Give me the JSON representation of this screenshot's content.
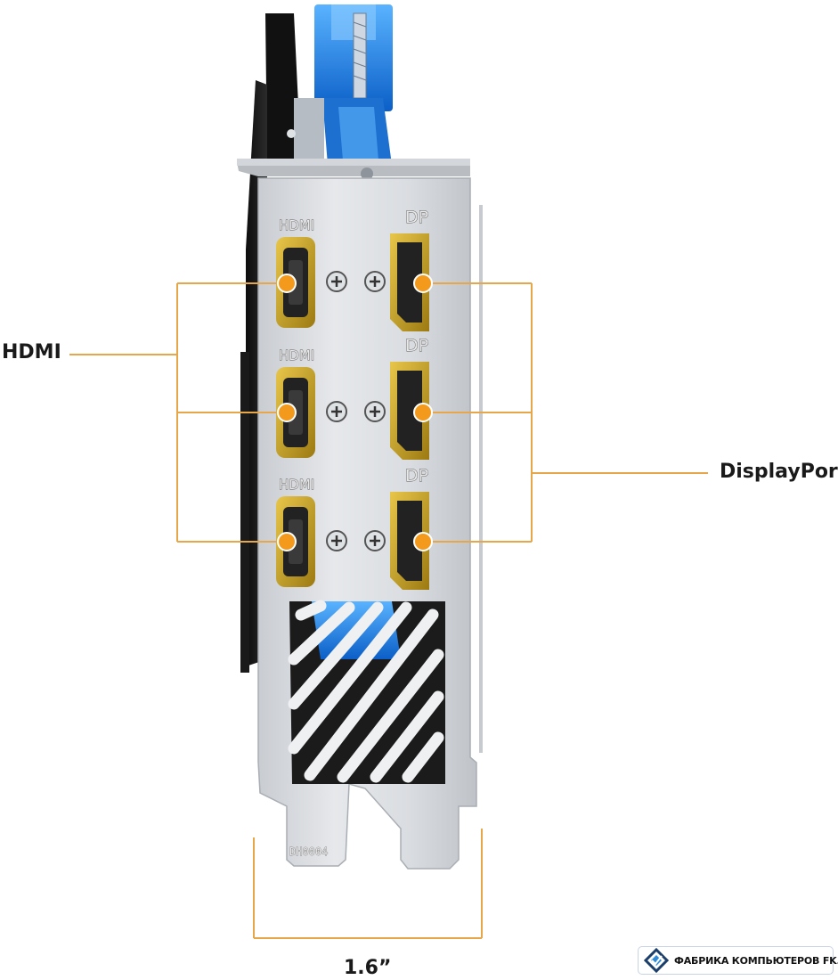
{
  "callouts": {
    "hdmi": "HDMI",
    "displayport": "DisplayPort",
    "width": "1.6”"
  },
  "port_labels": {
    "hdmi": "HDMI",
    "dp": "DP"
  },
  "bracket_code": "DH0004",
  "watermark": {
    "text": "ФАБРИКА КОМПЬЮТЕРОВ FK.BY",
    "icon": "diamond-logo-icon"
  },
  "colors": {
    "accent": "#f39a1d",
    "leader_line": "#e7a64a",
    "bracket_silver": "#d6d9dd",
    "port_gold": "#c9a020",
    "cooler_blue": "#1a7fe0"
  }
}
